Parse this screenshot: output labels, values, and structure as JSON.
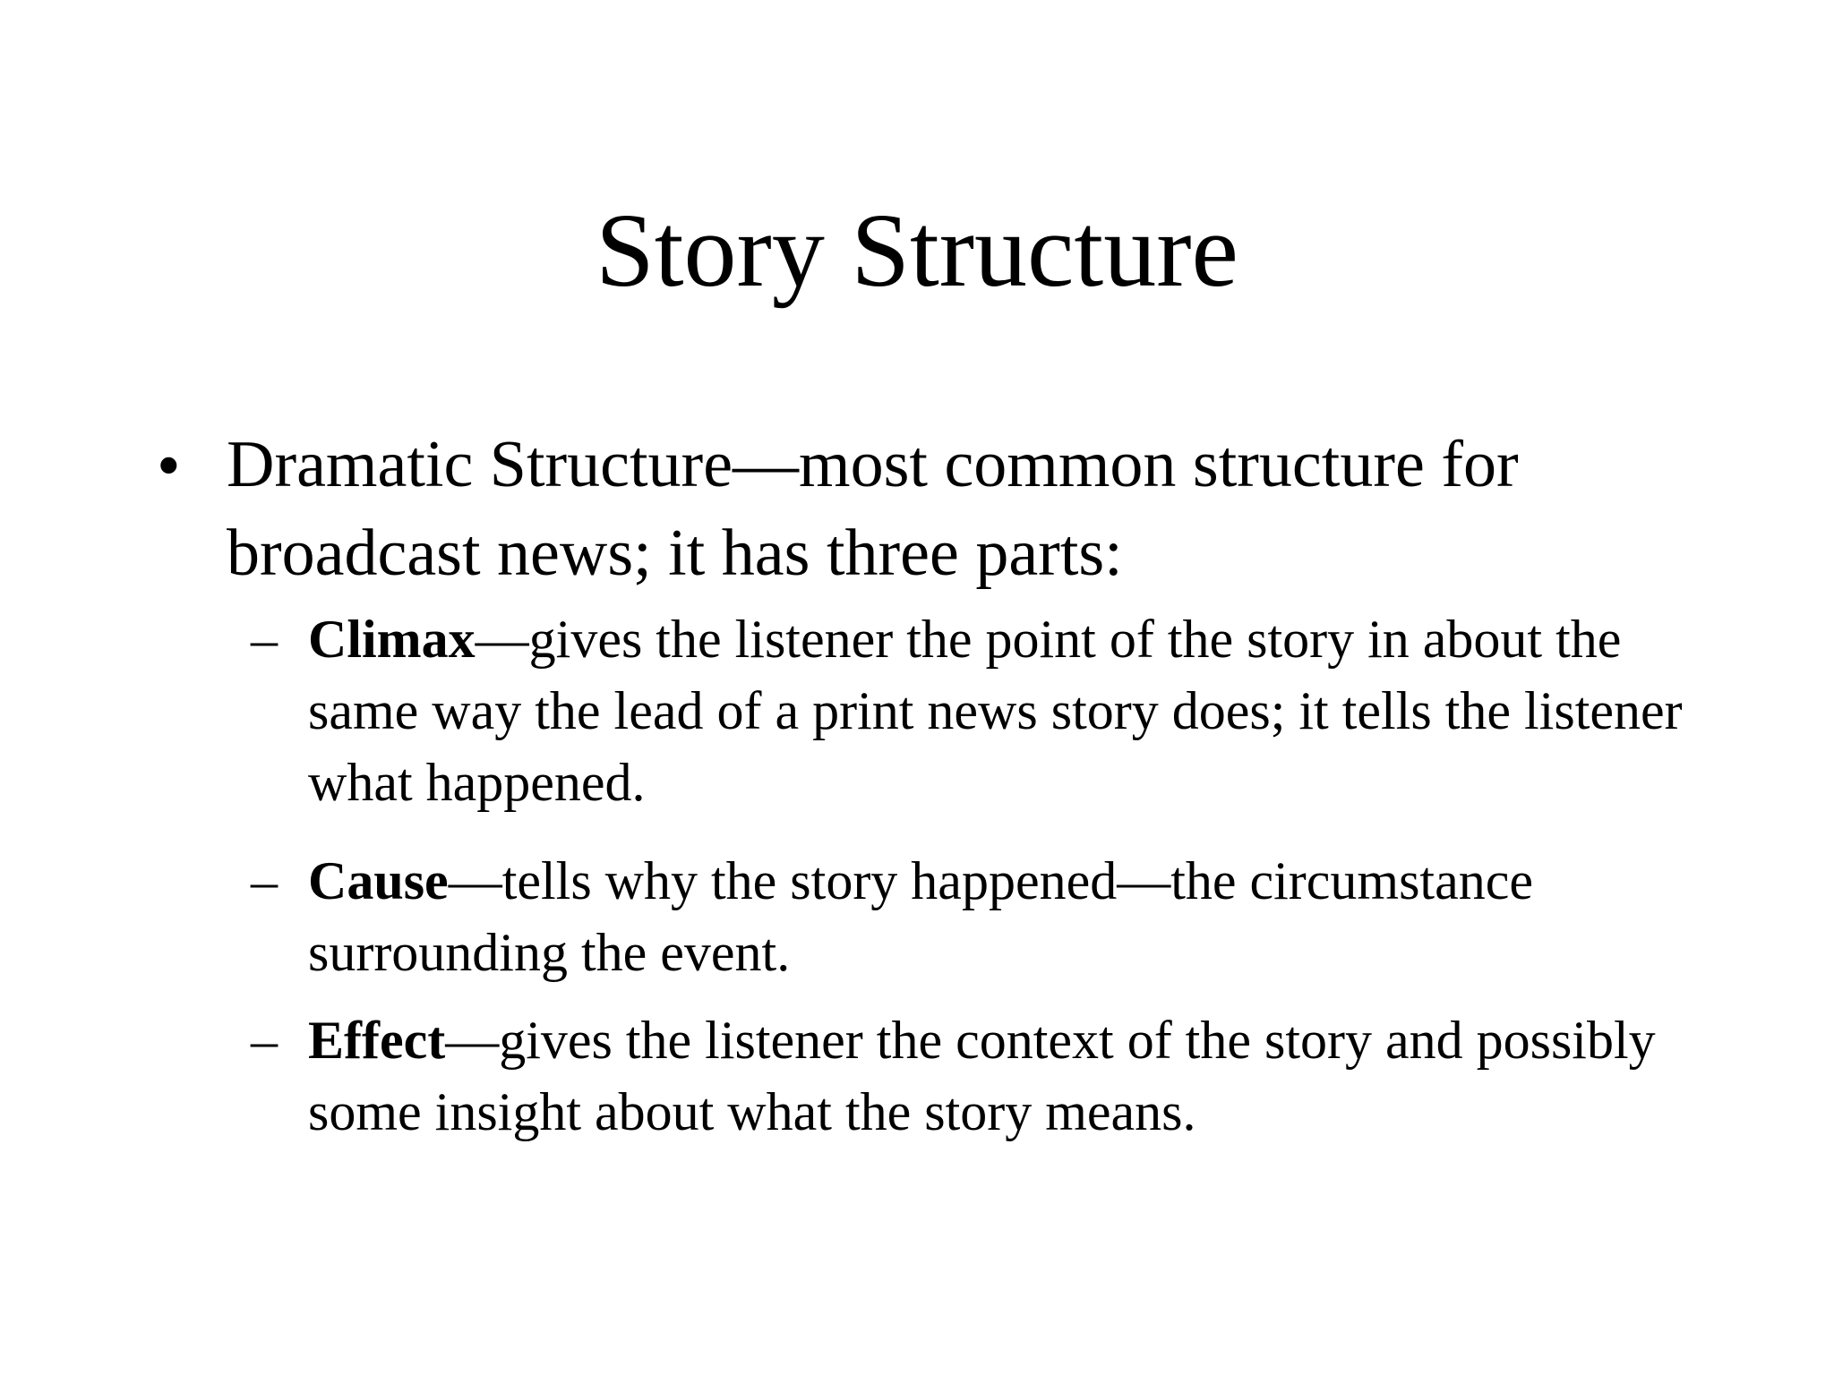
{
  "slide": {
    "title": "Story Structure",
    "bullet": {
      "marker": "•",
      "text": "Dramatic Structure—most common structure for broadcast news; it has three parts:"
    },
    "subpoints": [
      {
        "marker": "–",
        "term": "Climax",
        "text": "—gives the listener the point of the story in about the same way the lead of a print news story does; it tells the listener what happened."
      },
      {
        "marker": "–",
        "term": "Cause",
        "text": "—tells why the story happened—the circumstance surrounding the event."
      },
      {
        "marker": "–",
        "term": "Effect",
        "text": "—gives the listener the context of the story and possibly some insight about what the story means."
      }
    ]
  }
}
